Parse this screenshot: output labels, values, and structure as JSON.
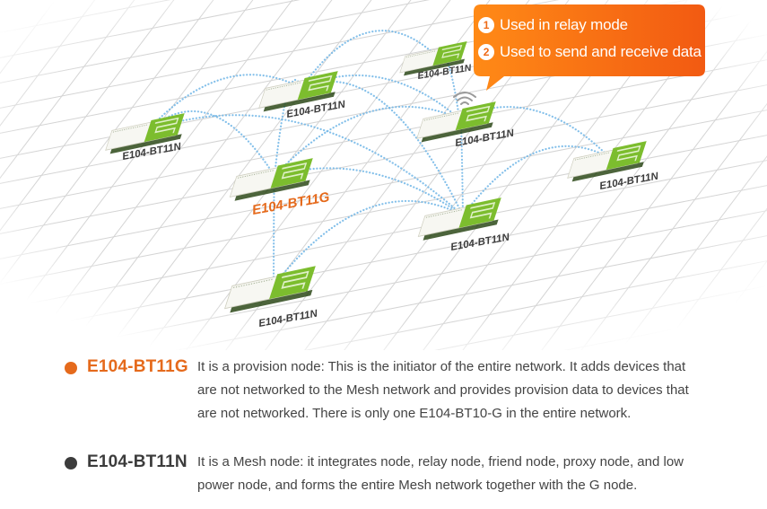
{
  "callout": {
    "items": [
      {
        "number": "1",
        "text": "Used in relay mode"
      },
      {
        "number": "2",
        "text": "Used to send and receive data"
      }
    ],
    "color": "#f26b15"
  },
  "diagram": {
    "nodes": [
      {
        "id": "g",
        "label": "E104-BT11G",
        "role": "provision"
      },
      {
        "id": "n1",
        "label": "E104-BT11N",
        "role": "mesh"
      },
      {
        "id": "n2",
        "label": "E104-BT11N",
        "role": "mesh"
      },
      {
        "id": "n3",
        "label": "E104-BT11N",
        "role": "mesh"
      },
      {
        "id": "n4",
        "label": "E104-BT11N",
        "role": "mesh"
      },
      {
        "id": "n5",
        "label": "E104-BT11N",
        "role": "mesh"
      },
      {
        "id": "n6",
        "label": "E104-BT11N",
        "role": "mesh"
      },
      {
        "id": "n7",
        "label": "E104-BT11N",
        "role": "mesh"
      }
    ],
    "wifi_icon": "wifi-signal-icon",
    "link_color": "#6fb5e6",
    "board_color": "#7cbd2e",
    "g_label_color": "#e56a1c",
    "n_label_color": "#3a3a3a"
  },
  "legend": [
    {
      "name": "E104-BT11G",
      "color": "#e56a1c",
      "description": "It is a provision node: This is the initiator of the entire network. It adds devices that are not networked to the Mesh network and provides provision data to devices that are not networked. There is only one E104-BT10-G in the entire network."
    },
    {
      "name": "E104-BT11N",
      "color": "#3c3c3c",
      "description": "It is a Mesh node: it integrates node, relay node, friend node, proxy node, and low power node, and forms the entire Mesh network together with the G node."
    }
  ]
}
